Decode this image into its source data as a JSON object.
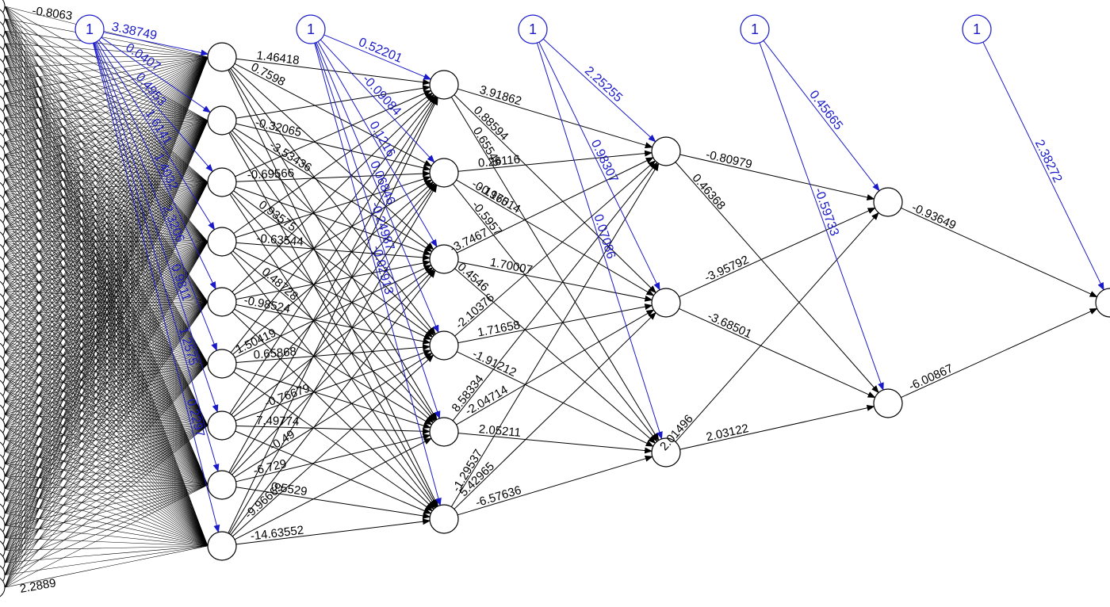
{
  "colors": {
    "weight": "#000000",
    "bias": "#1a1ac8",
    "node_fill": "#ffffff"
  },
  "bias_node_text": "1",
  "layers": [
    {
      "name": "hidden_1",
      "units": 9
    },
    {
      "name": "hidden_2",
      "units": 6
    },
    {
      "name": "hidden_3",
      "units": 3
    },
    {
      "name": "hidden_4",
      "units": 2
    },
    {
      "name": "output",
      "units": 1
    }
  ],
  "input_edge_labels": [
    "-0.8063",
    "2.2889"
  ],
  "bias_labels": [
    [
      "3.38749",
      "0.0407",
      "0.4953",
      "1.6141",
      "1.4032",
      "2.3206",
      "0.9811",
      "1.2575",
      "0.2297"
    ],
    [
      "0.52201",
      "-0.09084",
      "0.1216",
      "0.06846",
      "-0.24987",
      "-0.02913"
    ],
    [
      "2.25255",
      "0.98307",
      "0.07086"
    ],
    [
      "0.45665",
      "-0.59733"
    ],
    [
      "2.38272"
    ]
  ],
  "weight_labels": {
    "h1_h2": [
      "1.46418",
      "0.7598",
      "-0.32065",
      "-3.53436",
      "-0.69566",
      "0.93575",
      "-0.63544",
      "0.48728",
      "-0.98524",
      "0.65868",
      "1.50419",
      "-0.76679",
      "7.49774",
      "-6.729",
      "-0.49",
      "0.5529",
      "-9.96669",
      "-14.63552"
    ],
    "h2_h3": [
      "3.91862",
      "0.88594",
      "0.65548",
      "0.26116",
      "-0.1975",
      "-0.5957",
      "-0.16014",
      "-3.7467",
      "1.70007",
      "0.4546",
      "-2.10376",
      "1.71658",
      "-1.91212",
      "-2.04714",
      "8.58334",
      "2.05211",
      "-1.29537",
      "5.42965",
      "-6.57636"
    ],
    "h3_h4": [
      "-0.80979",
      "0.46368",
      "-3.95792",
      "-3.68501",
      "2.01496",
      "2.03122"
    ],
    "h4_out": [
      "-0.93649",
      "-6.00867"
    ]
  }
}
